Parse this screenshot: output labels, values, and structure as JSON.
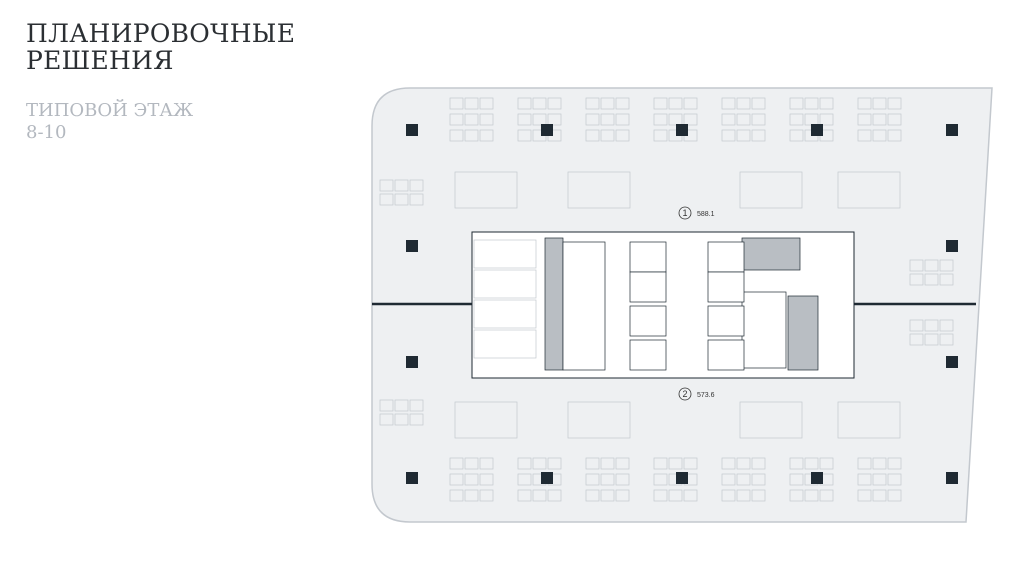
{
  "header": {
    "title_line1": "ПЛАНИРОВОЧНЫЕ",
    "title_line2": "РЕШЕНИЯ",
    "subtitle_line1": "ТИПОВОЙ ЭТАЖ",
    "subtitle_line2": "8-10"
  },
  "plan": {
    "markers": [
      {
        "number": "1",
        "area": "588.1"
      },
      {
        "number": "2",
        "area": "573.6"
      }
    ],
    "colors": {
      "floor": "#eef0f2",
      "line": "#c3c8ce",
      "column": "#1f2a33",
      "core": "#ffffff",
      "shaft": "#b9bec3"
    }
  }
}
